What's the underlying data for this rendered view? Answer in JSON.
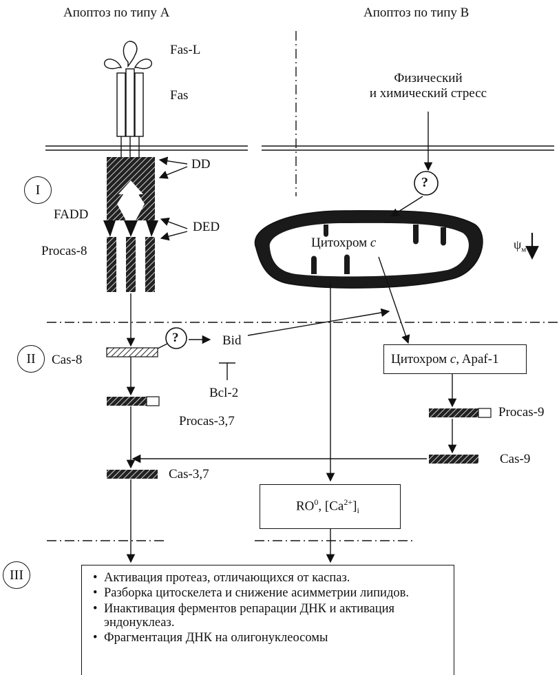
{
  "headers": {
    "type_a": "Апоптоз по типу А",
    "type_b": "Апоптоз по типу В"
  },
  "receptor": {
    "ligand": "Fas-L",
    "receptor": "Fas",
    "death_domain": "DD",
    "adapter": "FADD",
    "death_effector_domain": "DED",
    "procaspase": "Procas-8"
  },
  "stress": {
    "line1": "Физический",
    "line2": "и химический стресс",
    "unknown": "?"
  },
  "mitochondrion": {
    "label": "Цитохром",
    "label_italic": "c",
    "potential_symbol": "ψ",
    "potential_sub": "м"
  },
  "stages": {
    "one": "I",
    "two": "II",
    "three": "III"
  },
  "stage2": {
    "cas8": "Cas-8",
    "unknown": "?",
    "bid": "Bid",
    "bcl2": "Bcl-2",
    "procas37": "Procas-3,7",
    "cas37": "Cas-3,7",
    "apoptosome": "Цитохром",
    "apoptosome_italic": "c",
    "apoptosome_rest": ", Apaf-1",
    "procas9": "Procas-9",
    "cas9": "Cas-9",
    "ros": "RO",
    "ros_sup": "0",
    "ca_pre": ", [Ca",
    "ca_sup": "2+",
    "ca_post": "]",
    "ca_sub": "i"
  },
  "outcomes": [
    "Активация протеаз, отличающихся от каспаз.",
    "Разборка цитоскелета и снижение асимметрии липидов.",
    "Инактивация ферментов репарации ДНК и активация",
    "эндонуклеаз.",
    "Фрагментация ДНК на олигонуклеосомы"
  ]
}
